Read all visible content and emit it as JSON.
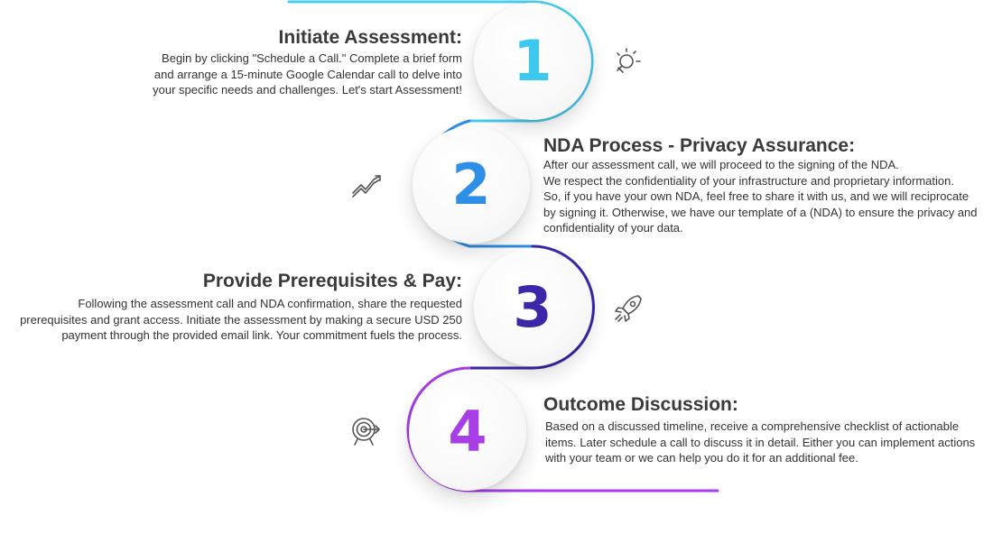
{
  "steps": [
    {
      "number": "1",
      "title": "Initiate Assessment:",
      "lines": [
        "Begin by clicking \"Schedule a Call.\" Complete a brief form",
        "and arrange a 15-minute Google Calendar call to delve into",
        "your specific needs and challenges. Let's start Assessment!"
      ],
      "color": "#3cc8ef",
      "icon": "lightbulb-icon"
    },
    {
      "number": "2",
      "title": "NDA Process - Privacy Assurance:",
      "lines": [
        "After our assessment call, we will proceed to the signing of the NDA.",
        "We respect the confidentiality of your infrastructure and proprietary information.",
        "So, if you have your own NDA, feel free to share it with us, and we will reciprocate",
        "by signing it. Otherwise, we have our template of a (NDA) to ensure the privacy and",
        "confidentiality of your data."
      ],
      "color": "#2f8ee6",
      "icon": "trending-up-icon"
    },
    {
      "number": "3",
      "title": "Provide Prerequisites & Pay:",
      "lines": [
        "Following the assessment call and NDA confirmation, share the requested",
        "prerequisites and grant access. Initiate the assessment by making a secure USD 250",
        "payment through the provided email link. Your commitment fuels the process."
      ],
      "color": "#3d27a8",
      "icon": "rocket-icon"
    },
    {
      "number": "4",
      "title": "Outcome Discussion:",
      "lines": [
        "Based on a discussed timeline, receive a comprehensive checklist of actionable",
        "items. Later schedule a call to discuss it in detail. Either you can implement actions",
        "with your team or we can help you do it for an additional fee."
      ],
      "color": "#a73ee6",
      "icon": "target-icon"
    }
  ],
  "colors": {
    "text": "#333333",
    "title": "#3a3a3a",
    "icon_stroke": "#555555"
  }
}
